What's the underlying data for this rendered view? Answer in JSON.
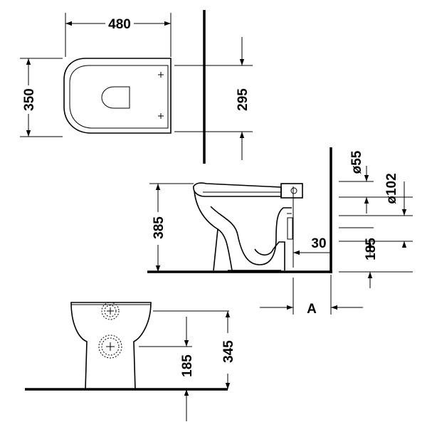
{
  "dimensions": {
    "top_width": "480",
    "top_depth": "350",
    "top_seat_depth": "295",
    "side_height": "385",
    "side_outlet_offset": "30",
    "side_outlet_height": "185",
    "side_inlet_diameter": "ø55",
    "side_outlet_diameter": "ø102",
    "side_wall_offset": "A",
    "front_outlet_height": "185",
    "front_inlet_height": "345"
  }
}
